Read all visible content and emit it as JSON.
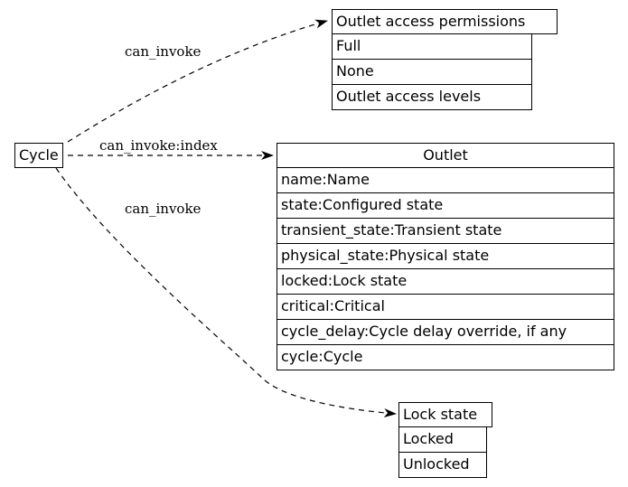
{
  "nodes": {
    "cycle": {
      "label": "Cycle"
    },
    "permissions": {
      "header": "Outlet access permissions",
      "rows": [
        "Full",
        "None",
        "Outlet access levels"
      ]
    },
    "outlet": {
      "header": "Outlet",
      "rows": [
        "name:Name",
        "state:Configured state",
        "transient_state:Transient state",
        "physical_state:Physical state",
        "locked:Lock state",
        "critical:Critical",
        "cycle_delay:Cycle delay override, if any",
        "cycle:Cycle"
      ]
    },
    "lockstate": {
      "header": "Lock state",
      "rows": [
        "Locked",
        "Unlocked"
      ]
    }
  },
  "edges": [
    {
      "label": "can_invoke",
      "from": "Cycle",
      "to": "Outlet access permissions",
      "style": "dashed"
    },
    {
      "label": "can_invoke:index",
      "from": "Cycle",
      "to": "Outlet",
      "style": "dashed"
    },
    {
      "label": "can_invoke",
      "from": "Cycle",
      "to": "Lock state",
      "style": "dashed"
    }
  ]
}
